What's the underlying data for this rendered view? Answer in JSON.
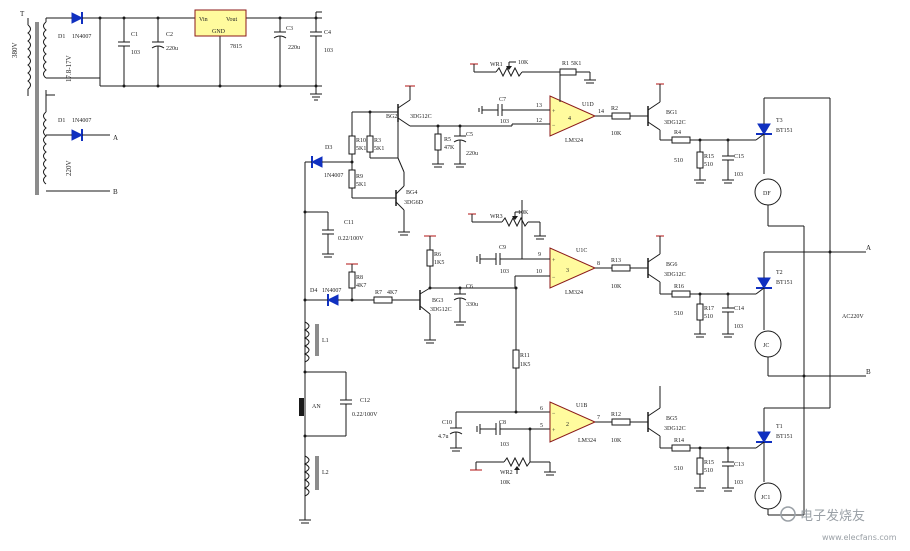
{
  "transformer": {
    "primary": "380V",
    "sec1": "17.8-17V",
    "sec2": "220V",
    "ref": "T"
  },
  "d1a": {
    "ref": "D1",
    "part": "1N4007"
  },
  "d1b": {
    "ref": "D1",
    "part": "1N4007"
  },
  "c1": {
    "ref": "C1",
    "val": "103"
  },
  "c2": {
    "ref": "C2",
    "val": "220u"
  },
  "reg": {
    "vin": "Vin",
    "vout": "Vout",
    "gnd": "GND",
    "part": "7815"
  },
  "c3": {
    "ref": "C3",
    "val": "220u"
  },
  "c4": {
    "ref": "C4",
    "val": "103"
  },
  "lineA": "A",
  "lineB": "B",
  "wr1": {
    "ref": "WR1",
    "val": "10K"
  },
  "r1": {
    "ref": "R1",
    "val": "5K1"
  },
  "c7": {
    "ref": "C7",
    "val": "103"
  },
  "u1d": {
    "ref": "U1D",
    "part": "LM324",
    "pin_pos": "13",
    "pin_neg": "12",
    "pin_out": "14",
    "unit": "4"
  },
  "r2": {
    "ref": "R2",
    "val": "10K"
  },
  "bg1": {
    "ref": "BG1",
    "part": "3DG12C"
  },
  "r4": {
    "ref": "R4",
    "val": "510"
  },
  "r15": {
    "ref": "R15",
    "val": "510"
  },
  "c15": {
    "ref": "C15",
    "val": "103"
  },
  "t3": {
    "ref": "T3",
    "part": "BT151"
  },
  "df": "DF",
  "bg2": {
    "ref": "BG2",
    "part": "3DG12C"
  },
  "r10": {
    "ref": "R10",
    "val": "5K1"
  },
  "r3": {
    "ref": "R3",
    "val": "5K1"
  },
  "r5": {
    "ref": "R5",
    "val": "47K"
  },
  "c5": {
    "ref": "C5",
    "val": "220u"
  },
  "d3": {
    "ref": "D3",
    "part": "1N4007"
  },
  "r9": {
    "ref": "R9",
    "val": "5K1"
  },
  "bg4": {
    "ref": "BG4",
    "part": "3DG6D"
  },
  "c11": {
    "ref": "C11",
    "val": "0.22/100V"
  },
  "wr3": {
    "ref": "WR3",
    "val": "10K"
  },
  "c9": {
    "ref": "C9",
    "val": "103"
  },
  "u1c": {
    "ref": "U1C",
    "part": "LM324",
    "pin_pos": "9",
    "pin_neg": "10",
    "pin_out": "8",
    "unit": "3"
  },
  "r13": {
    "ref": "R13",
    "val": "10K"
  },
  "bg6": {
    "ref": "BG6",
    "part": "3DG12C"
  },
  "r16": {
    "ref": "R16",
    "val": "510"
  },
  "r17": {
    "ref": "R17",
    "val": "510"
  },
  "c14": {
    "ref": "C14",
    "val": "103"
  },
  "t2": {
    "ref": "T2",
    "part": "BT151"
  },
  "jc": "JC",
  "ac": "AC220V",
  "r6": {
    "ref": "R6",
    "val": "1K5"
  },
  "r8": {
    "ref": "R8",
    "val": "4K7"
  },
  "d4": {
    "ref": "D4",
    "part": "1N4007"
  },
  "r7": {
    "ref": "R7",
    "val": "4K7"
  },
  "bg3": {
    "ref": "BG3",
    "part": "3DG12C"
  },
  "c6": {
    "ref": "C6",
    "val": "330u"
  },
  "l1": "L1",
  "an": "AN",
  "c12": {
    "ref": "C12",
    "val": "0.22/100V"
  },
  "l2": "L2",
  "r11": {
    "ref": "R11",
    "val": "1K5"
  },
  "c10": {
    "ref": "C10",
    "val": "4.7u"
  },
  "c8": {
    "ref": "C8",
    "val": "103"
  },
  "u1b": {
    "ref": "U1B",
    "part": "LM324",
    "pin_pos": "5",
    "pin_neg": "6",
    "pin_out": "7",
    "unit": "2"
  },
  "wr2": {
    "ref": "WR2",
    "val": "10K"
  },
  "r12": {
    "ref": "R12",
    "val": "10K"
  },
  "bg5": {
    "ref": "BG5",
    "part": "3DG12C"
  },
  "r14": {
    "ref": "R14",
    "val": "510"
  },
  "r15b": {
    "ref": "R15",
    "val": "510"
  },
  "c13": {
    "ref": "C13",
    "val": "103"
  },
  "t1": {
    "ref": "T1",
    "part": "BT151"
  },
  "jc1": "JC1",
  "watermark": {
    "main": "电子发烧友",
    "sub": "www.elecfans.com"
  }
}
